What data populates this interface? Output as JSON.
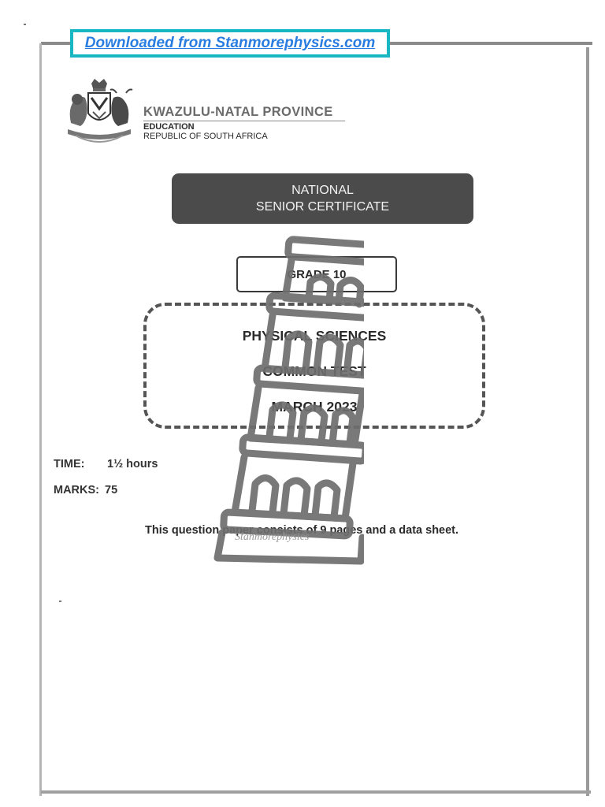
{
  "download_banner": {
    "text": "Downloaded from Stanmorephysics.com"
  },
  "header": {
    "province": "KWAZULU-NATAL PROVINCE",
    "department": "EDUCATION",
    "country": "REPUBLIC OF SOUTH AFRICA",
    "crest_icon": "coat-of-arms-icon"
  },
  "certificate": {
    "line1": "NATIONAL",
    "line2": "SENIOR CERTIFICATE"
  },
  "grade": "GRADE 10",
  "subject": {
    "name": "PHYSICAL SCIENCES",
    "test": "COMMON TEST",
    "date": "MARCH 2023"
  },
  "meta": {
    "time_label": "TIME:",
    "time_value": "1½ hours",
    "marks_label": "MARKS:",
    "marks_value": "75"
  },
  "consists": "This question paper consists of 9 pages and a data sheet.",
  "watermark": {
    "icon": "leaning-tower-icon",
    "text": "Stanmorephysics"
  },
  "colors": {
    "banner_border": "#19b6c4",
    "banner_text": "#2a7de0",
    "nsc_background": "#4b4b4b",
    "watermark": "#6e6e6e"
  }
}
